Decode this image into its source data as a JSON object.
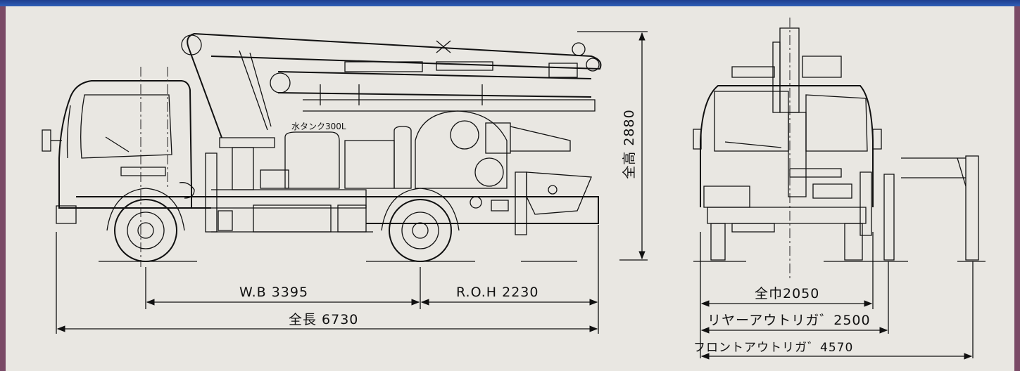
{
  "header": {
    "label": ""
  },
  "side_view": {
    "water_tank_label": "水タンク300L",
    "wheelbase_label": "W.B 3395",
    "rear_overhang_label": "R.O.H 2230",
    "overall_length_label": "全長 6730",
    "overall_height_label": "全高 2880"
  },
  "front_view": {
    "overall_width_label": "全巾2050",
    "rear_outrigger_label": "リヤーアウトリガ゛2500",
    "front_outrigger_label": "フロントアウトリガ゛4570"
  },
  "colors": {
    "frame": "#7a4a66",
    "header_bar": "#2f5fb7",
    "paper": "#e9e7e2",
    "ink": "#111111"
  }
}
